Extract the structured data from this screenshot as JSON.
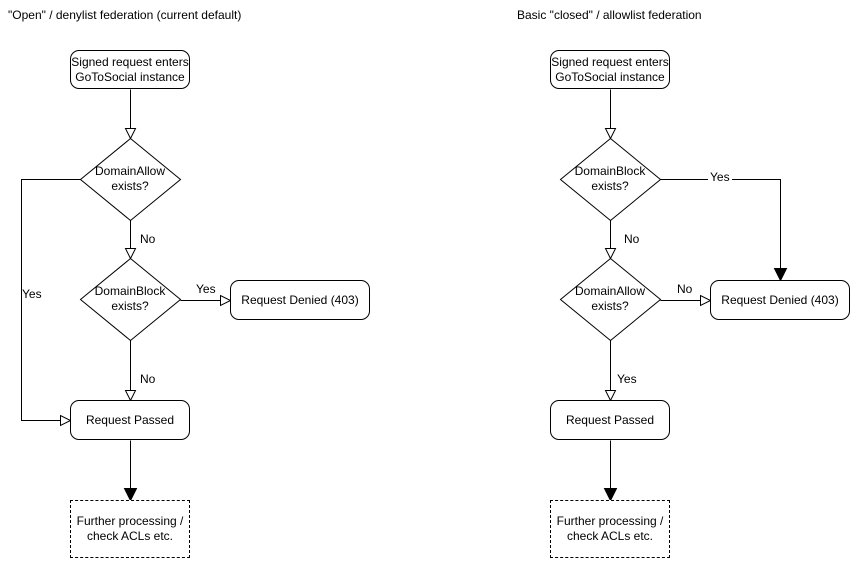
{
  "diagram": {
    "colors": {
      "stroke": "#000000",
      "fill": "#ffffff",
      "text": "#000000"
    },
    "left": {
      "title": "\"Open\" / denylist federation (current default)",
      "nodes": {
        "start": "Signed request enters\nGoToSocial instance",
        "decision1": "DomainAllow\nexists?",
        "decision2": "DomainBlock\nexists?",
        "denied": "Request Denied (403)",
        "passed": "Request Passed",
        "further": "Further processing /\ncheck ACLs etc."
      },
      "labels": {
        "decision1_no": "No",
        "decision1_yes": "Yes",
        "decision2_yes": "Yes",
        "decision2_no": "No"
      }
    },
    "right": {
      "title": "Basic \"closed\" / allowlist federation",
      "nodes": {
        "start": "Signed request enters\nGoToSocial instance",
        "decision1": "DomainBlock\nexists?",
        "decision2": "DomainAllow\nexists?",
        "denied": "Request Denied (403)",
        "passed": "Request Passed",
        "further": "Further processing /\ncheck ACLs etc."
      },
      "labels": {
        "decision1_no": "No",
        "decision1_yes": "Yes",
        "decision2_no": "No",
        "decision2_yes": "Yes"
      }
    }
  }
}
